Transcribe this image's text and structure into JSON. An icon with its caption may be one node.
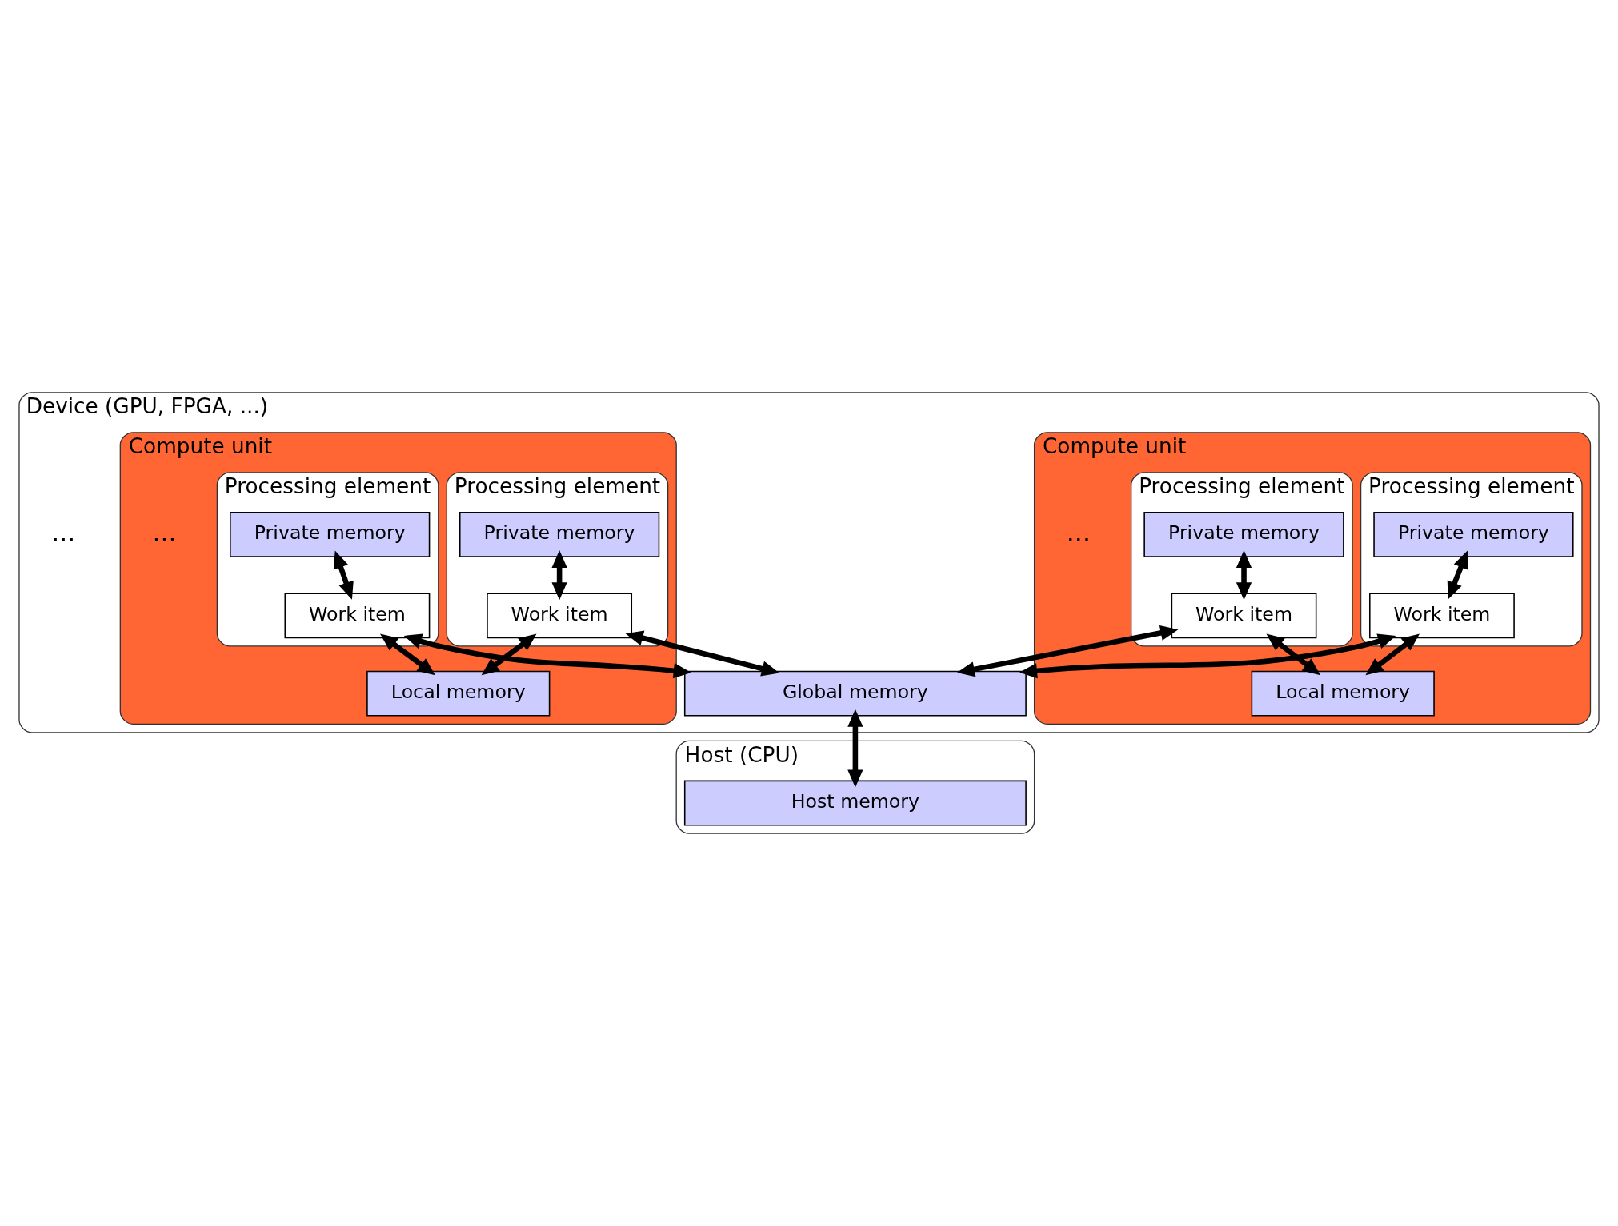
{
  "diagram": {
    "nodes": [
      {
        "text": [
          "Device (GPU, FPGA, ...)"
        ]
      },
      {
        "text": [
          "Compute unit"
        ],
        "in": 0
      },
      {
        "text": [
          "Processing element"
        ],
        "in": 1
      },
      {
        "text": [
          "Private memory"
        ],
        "in": 2
      },
      {
        "text": [
          "Work item"
        ],
        "in": 2
      },
      {
        "text": [
          "Processing element"
        ],
        "in": 1
      },
      {
        "text": [
          "Private memory"
        ],
        "in": 5
      },
      {
        "text": [
          "Work item"
        ],
        "in": 5
      },
      {
        "text": [
          "Local memory"
        ],
        "in": 1
      },
      {
        "text": [
          "Compute unit"
        ],
        "in": 0
      },
      {
        "text": [
          "Processing element"
        ],
        "in": 9
      },
      {
        "text": [
          "Private memory"
        ],
        "in": 10
      },
      {
        "text": [
          "Work item"
        ],
        "in": 10
      },
      {
        "text": [
          "Processing element"
        ],
        "in": 9
      },
      {
        "text": [
          "Private memory"
        ],
        "in": 13
      },
      {
        "text": [
          "Work item"
        ],
        "in": 13
      },
      {
        "text": [
          "Local memory"
        ],
        "in": 9
      },
      {
        "text": [
          "Global memory"
        ],
        "in": 0
      },
      {
        "text": [
          "Host (CPU)"
        ]
      },
      {
        "text": [
          "Host memory"
        ],
        "in": 18
      }
    ],
    "edges": [
      {
        "from": 3,
        "to": 4,
        "arrow": "both"
      },
      {
        "from": 4,
        "to": 8,
        "arrow": "both"
      },
      {
        "from": 4,
        "to": 17,
        "arrow": "both"
      },
      {
        "from": 6,
        "to": 7,
        "arrow": "both"
      },
      {
        "from": 7,
        "to": 8,
        "arrow": "both"
      },
      {
        "from": 7,
        "to": 17,
        "arrow": "both"
      },
      {
        "from": 11,
        "to": 12,
        "arrow": "both"
      },
      {
        "from": 12,
        "to": 16,
        "arrow": "both"
      },
      {
        "from": 12,
        "to": 17,
        "arrow": "both"
      },
      {
        "from": 14,
        "to": 15,
        "arrow": "both"
      },
      {
        "from": 15,
        "to": 16,
        "arrow": "both"
      },
      {
        "from": 15,
        "to": 17,
        "arrow": "both"
      },
      {
        "from": 17,
        "to": 19,
        "arrow": "both"
      }
    ],
    "labels": [
      "...",
      "...",
      "..."
    ]
  }
}
